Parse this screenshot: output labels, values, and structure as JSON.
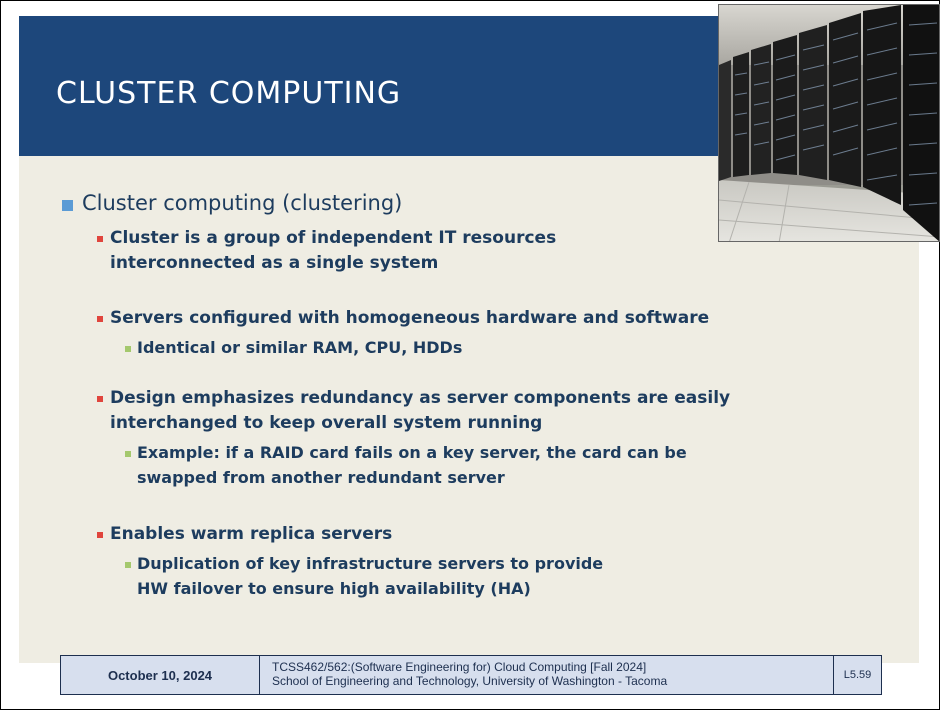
{
  "title": "CLUSTER COMPUTING",
  "bullets": {
    "main": "Cluster computing (clustering)",
    "s1_line1": "Cluster is a group of independent IT resources",
    "s1_line2": "interconnected as a single system",
    "s2": "Servers configured with homogeneous hardware and software",
    "s2_sub1": "Identical or similar RAM, CPU, HDDs",
    "s3_line1": "Design emphasizes redundancy as server components are easily",
    "s3_line2": "interchanged to keep overall system running",
    "s3_sub1_line1": "Example: if a RAID card fails on a key server, the card can be",
    "s3_sub1_line2": "swapped from another redundant server",
    "s4": "Enables warm replica servers",
    "s4_sub1_line1": "Duplication of key infrastructure servers to provide",
    "s4_sub1_line2": "HW failover to ensure high availability (HA)"
  },
  "footer": {
    "date": "October 10, 2024",
    "course_line1": "TCSS462/562:(Software Engineering for) Cloud Computing [Fall 2024]",
    "course_line2": "School of Engineering and Technology, University of Washington - Tacoma",
    "page": "L5.59"
  },
  "colors": {
    "title_bar": "#1d477b",
    "slide_bg": "#efede3",
    "text": "#1d3c5e",
    "bullet_level1": "#5b9bd5",
    "bullet_level2": "#e0453d",
    "bullet_level3": "#a4c86d",
    "footer_bg": "#d7dfee"
  },
  "image": {
    "icon": "server-racks-photo"
  }
}
